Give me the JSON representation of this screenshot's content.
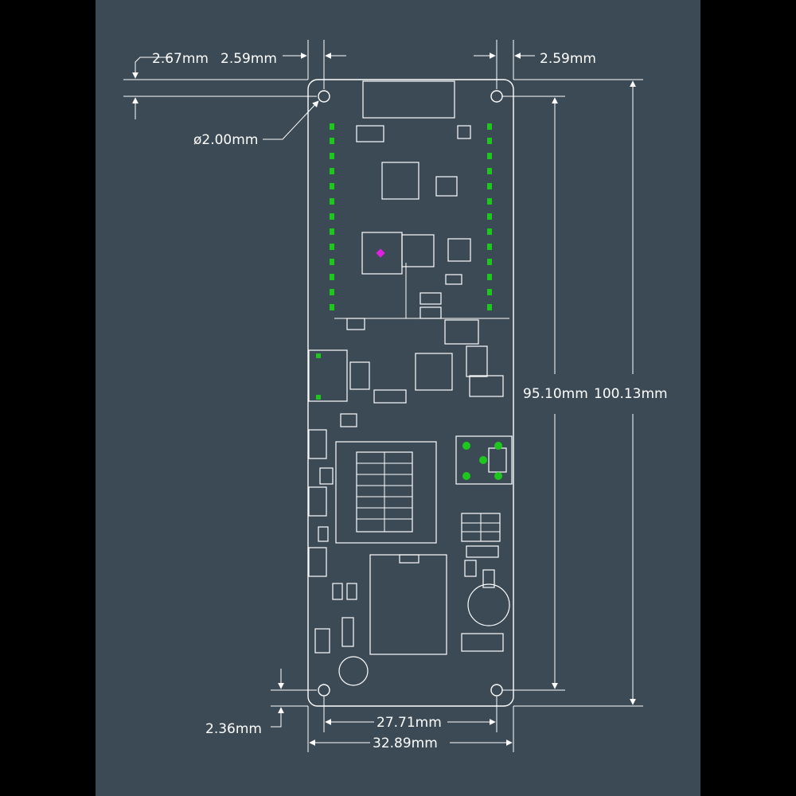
{
  "colors": {
    "background": "#3b4a55",
    "outer": "#000000",
    "lines": "#ffffff",
    "pads": "#1ec71e",
    "marker": "#e020e0"
  },
  "dimensions": {
    "top_left_offset": "2.67mm",
    "top_left_hole_offset": "2.59mm",
    "top_right_hole_offset": "2.59mm",
    "hole_diameter": "ø2.00mm",
    "hole_spacing_height": "95.10mm",
    "board_height": "100.13mm",
    "bottom_offset": "2.36mm",
    "hole_spacing_width": "27.71mm",
    "board_width": "32.89mm"
  }
}
